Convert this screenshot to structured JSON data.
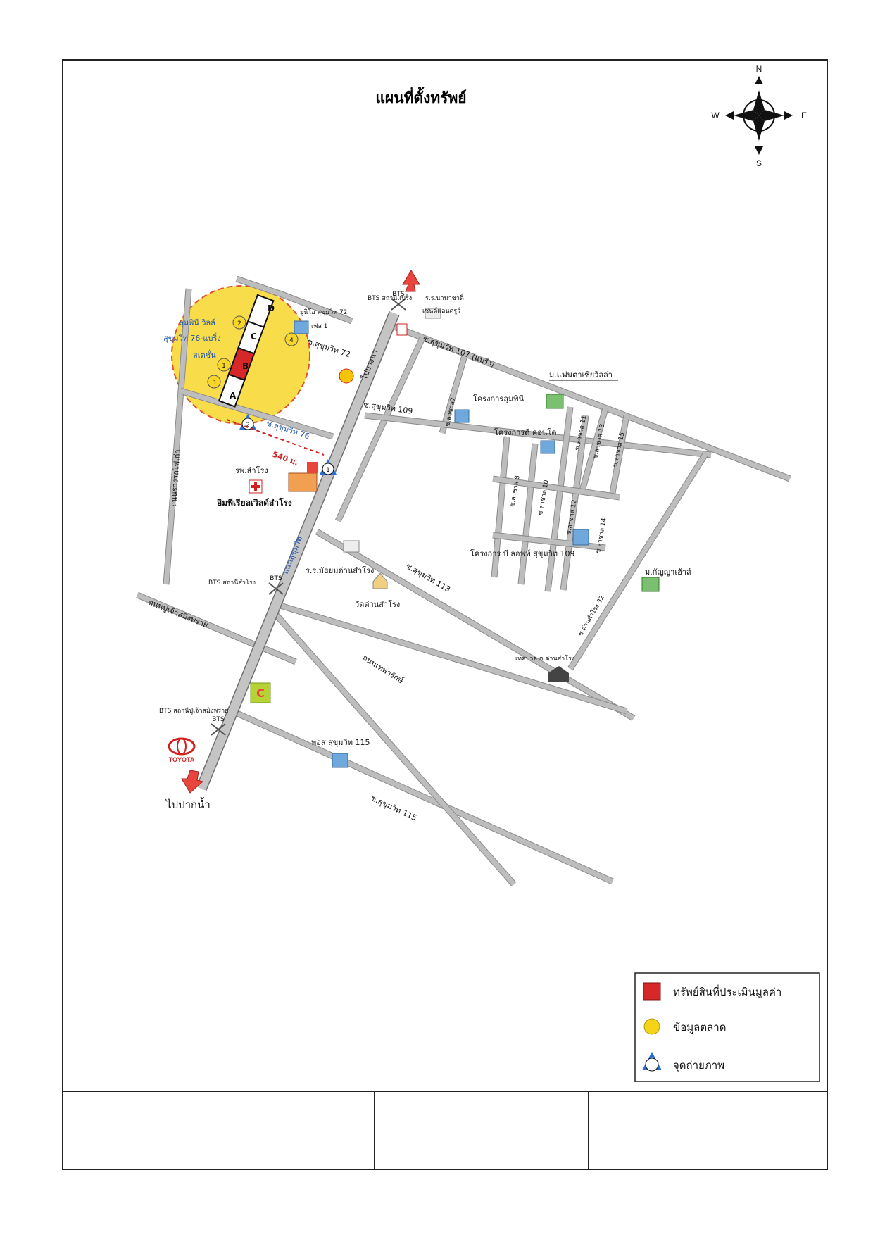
{
  "title": "แผนที่ตั้งทรัพย์",
  "compass": {
    "n": "N",
    "s": "S",
    "e": "E",
    "w": "W"
  },
  "labels": {
    "bts_bearing": "BTS สถานีแบริ่ง",
    "school_nanachat": "ร.ร.นานาชาติ",
    "st_andrews": "เซนต์แอนดรูว์",
    "unio": "ยูนิโอ สุขุมวิท 72",
    "phase1": "เฟส 1",
    "lumpini": "ลุมพินี วิลล์",
    "sukhumvit76_bearing": "สุขุมวิท 76-แบริ่ง",
    "stadium": "สเตชั่น",
    "soi72": "ซ.สุขุมวิท 72",
    "soi76": "ซ.สุขุมวิท 76",
    "distance": "540 ม.",
    "to_bangna": "ไปบางนา",
    "soi107": "ซ.สุขุมวิท 107 (แบริ่ง)",
    "fantasia": "ม.แฟนตาเซียวิลล่า",
    "soi109": "ซ.สุขุมวิท 109",
    "lumpini_project": "โครงการลุมพินี",
    "d_condo": "โครงการดี คอนโด",
    "soi_lasalle7": "ซ.ลาซาล7",
    "soi_11": "ซ.ลาซาล 11",
    "soi_13": "ซ.ลาซาล 13",
    "soi_15": "ซ.ลาซาล 15",
    "soi_8": "ซ.ลาซาล 8",
    "soi_10": "ซ.ลาซาล 10",
    "soi_12": "ซ.ลาซาล 12",
    "soi_14": "ซ.ลาซาล 14",
    "b_loft": "โครงการ บี ลอฟท์ สุขุมวิท 109",
    "hospital": "รพ.สำโรง",
    "imperial": "อิมพีเรียลเวิลด์สำโรง",
    "railway_road": "ถนนรางรถไฟเก่า",
    "sukhumvit_road": "ถนนสุขุมวิท",
    "bts_samrong": "BTS สถานีสำโรง",
    "school_samrong": "ร.ร.มัธยมด่านสำโรง",
    "wat_samrong": "วัดด่านสำโรง",
    "soi113": "ซ.สุขุมวิท 113",
    "kanyarat": "ม.กัญญาเฮ้าส์",
    "dansamrong32": "ซ.ด่านสำโรง 32",
    "municipality": "เทศบาล ต.ด่านสำโรง",
    "pu_chao_road": "ถนนปู่เจ้าสมิงพราย",
    "thepharak_road": "ถนนเทพารักษ์",
    "bts_pu_chao": "BTS สถานีปู่เจ้าสมิงพราย",
    "toyota": "TOYOTA",
    "plus_115": "พอส สุขุมวิท 115",
    "soi115": "ซ.สุขุมวิท 115",
    "to_paknam": "ไปปากน้ำ",
    "bts_logo": "BTS",
    "marker_a": "A",
    "marker_b": "B",
    "marker_c": "C",
    "marker_d": "D",
    "num1": "1",
    "num2": "2",
    "num3": "3",
    "num4": "4"
  },
  "legend": {
    "items": [
      {
        "label": "ทรัพย์สินที่ประเมินมูลค่า",
        "symbol": "red-square",
        "color": "#d62828"
      },
      {
        "label": "ข้อมูลตลาด",
        "symbol": "yellow-circle",
        "color": "#f5d418"
      },
      {
        "label": "จุดถ่ายภาพ",
        "symbol": "blue-triangle",
        "color": "#2a6fd6"
      }
    ]
  },
  "colors": {
    "market_circle": "#f7d629",
    "subject": "#d62828",
    "photo_point": "#2a6fd6",
    "arrow": "#e8453c"
  }
}
